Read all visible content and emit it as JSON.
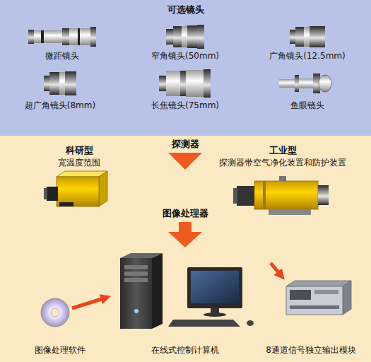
{
  "diagram": {
    "nodes": [
      {
        "text": [
          "可选镜头"
        ]
      },
      {
        "text": [
          "探测器"
        ]
      }
    ],
    "labels": [
      "微距镜头",
      "窄角镜头(50mm)",
      "广角镜头(12.5mm)",
      "超广角镜头(8mm)",
      "长焦镜头(75mm)",
      "鱼眼镜头",
      "科研型",
      "宽温度范围",
      "工业型",
      "探测器带空气净化装置和防护装置",
      "图像处理器",
      "图像处理软件",
      "在线式控制计算机",
      "8通道信号独立输出模块"
    ]
  }
}
